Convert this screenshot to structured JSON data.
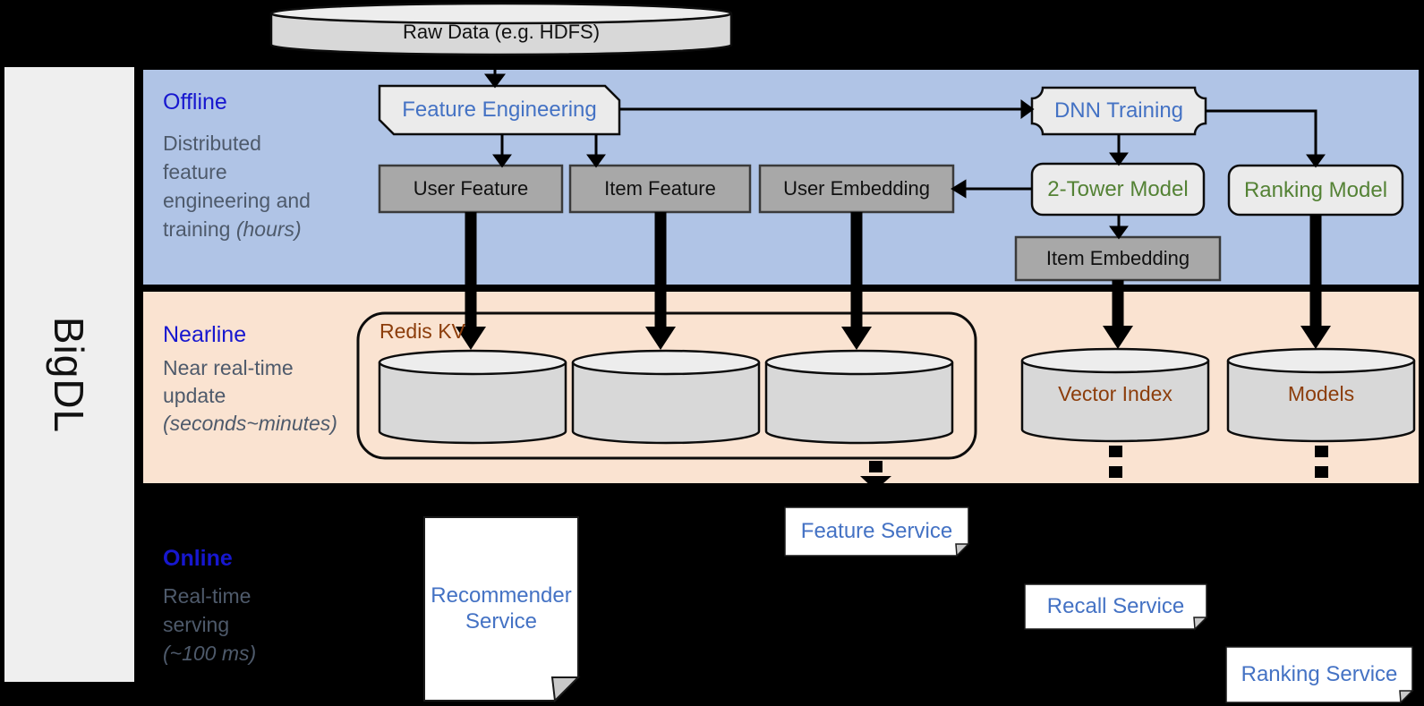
{
  "brand": {
    "name": "BigDL"
  },
  "raw_data": {
    "label": "Raw Data (e.g. HDFS)"
  },
  "bands": {
    "offline": {
      "title": "Offline",
      "line1": "Distributed",
      "line2": "feature",
      "line3": "engineering and",
      "line4": "training ",
      "line4_italic": "(hours)"
    },
    "nearline": {
      "title": "Nearline",
      "line1": "Near real-time",
      "line2": "update",
      "line3_italic": "(seconds~minutes)"
    },
    "online": {
      "title": "Online",
      "line1": "Real-time",
      "line2": "serving",
      "line3_italic": "(~100 ms)"
    }
  },
  "nodes": {
    "feature_engineering": "Feature Engineering",
    "dnn_training": "DNN Training",
    "user_feature": "User Feature",
    "item_feature": "Item Feature",
    "user_embedding": "User Embedding",
    "two_tower_model": "2-Tower Model",
    "ranking_model": "Ranking Model",
    "item_embedding": "Item Embedding",
    "redis_kv": "Redis KV",
    "vector_index": "Vector Index",
    "models": "Models"
  },
  "services": {
    "recommender": "Recommender Service",
    "feature": "Feature Service",
    "recall": "Recall Service",
    "ranking": "Ranking Service"
  },
  "colors": {
    "band_offline": "#B0C4E6",
    "band_nearline": "#FAE3D1",
    "background": "#000000",
    "node_blue": "#4472C4",
    "node_green": "#548235",
    "node_brown": "#8C3D0B",
    "band_title_blue": "#1717CF",
    "band_desc_gray": "#4E5A6B",
    "gray_box_fill": "#A8A8A8",
    "light_box_fill": "#EBEBEB",
    "cylinder_fill": "#D8D8D8"
  }
}
